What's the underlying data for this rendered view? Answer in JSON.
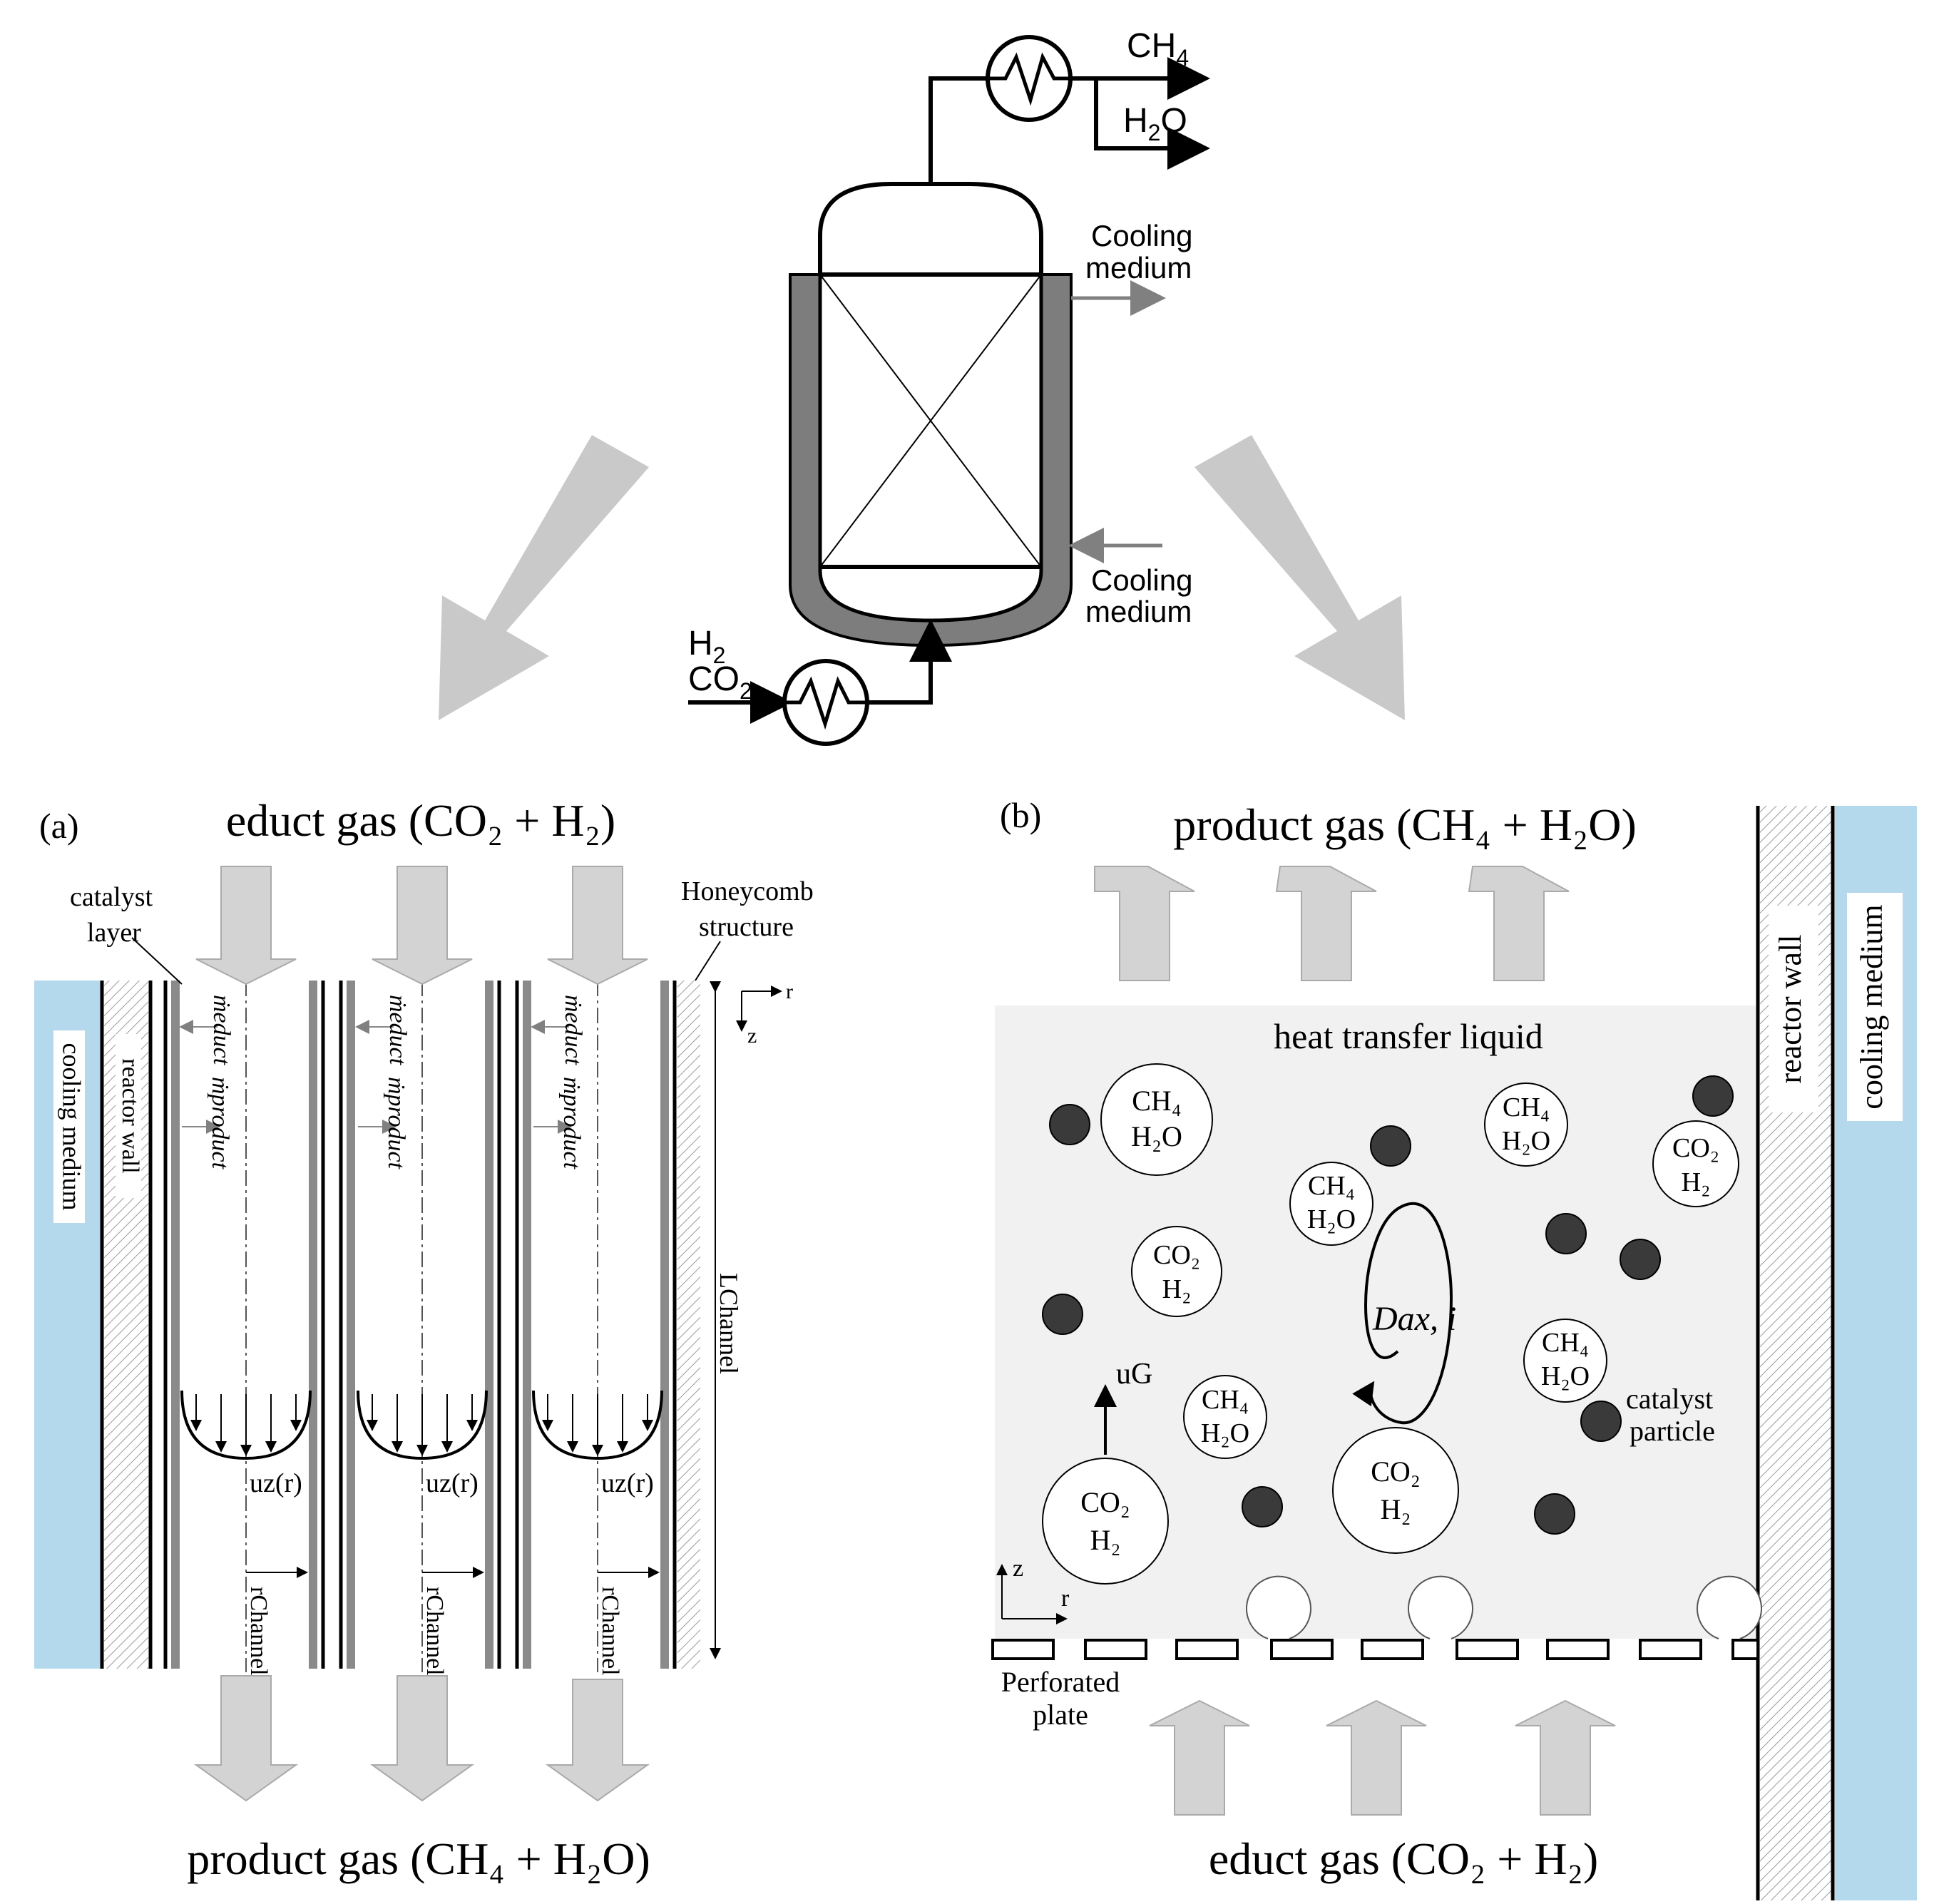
{
  "top": {
    "out_ch4": "CH",
    "out_ch4_sub": "4",
    "out_h2o_a": "H",
    "out_h2o_sub": "2",
    "out_h2o_b": "O",
    "in_h2": "H",
    "in_h2_sub": "2",
    "in_co2": "CO",
    "in_co2_sub": "2",
    "cooling_out_1": "Cooling",
    "cooling_out_2": "medium",
    "cooling_in_1": "Cooling",
    "cooling_in_2": "medium"
  },
  "panel_a": {
    "tag": "(a)",
    "top_title": "educt gas (CO₂ + H₂)",
    "bottom_title": "product gas (CH₄ + H₂O)",
    "catalyst_layer_1": "catalyst",
    "catalyst_layer_2": "layer",
    "honeycomb_1": "Honeycomb",
    "honeycomb_2": "structure",
    "cooling_medium": "cooling medium",
    "reactor_wall": "reactor wall",
    "m_educt": "ṁeduct",
    "m_product": "ṁproduct",
    "velocity": "uz(r)",
    "radius": "rChannel",
    "length": "LChannel",
    "axis_r": "r",
    "axis_z": "z"
  },
  "panel_b": {
    "tag": "(b)",
    "top_title": "product gas (CH₄ + H₂O)",
    "bottom_title": "educt gas (CO₂ + H₂)",
    "liquid": "heat transfer liquid",
    "reactor_wall": "reactor wall",
    "cooling_medium": "cooling medium",
    "bubble_ch4": "CH₄",
    "bubble_h2o": "H₂O",
    "bubble_co2": "CO₂",
    "bubble_h2": "H₂",
    "dispersion": "Dax, i",
    "gas_velocity": "uG",
    "catalyst_particle_1": "catalyst",
    "catalyst_particle_2": "particle",
    "perforated_1": "Perforated",
    "perforated_2": "plate",
    "axis_r": "r",
    "axis_z": "z"
  },
  "colors": {
    "cooling_blue": "#b5d9ec",
    "arrow_gray": "#c9c9c9",
    "liquid_gray": "#f1f1f1",
    "wall_gray": "#7a7a7a",
    "particle": "#3a3a3a"
  }
}
